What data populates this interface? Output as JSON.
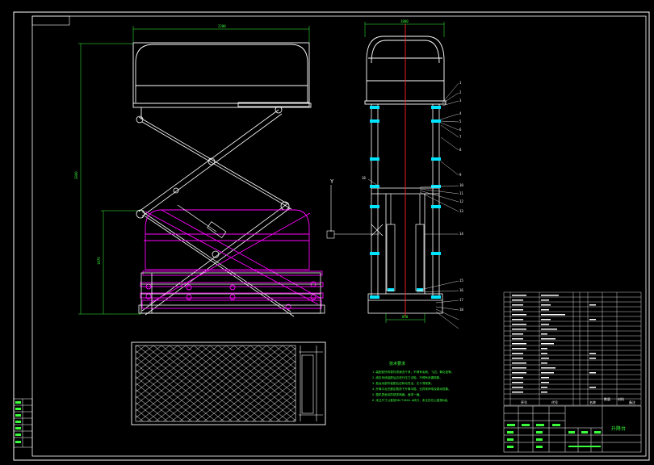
{
  "drawing": {
    "dims": {
      "top_width": "2200",
      "total_height": "3990",
      "lower_height": "1870",
      "side_width": "1800",
      "base_width": "850"
    },
    "section_marker": "Y",
    "callouts": [
      "1",
      "2",
      "3",
      "4",
      "5",
      "6",
      "7",
      "8",
      "9",
      "10",
      "11",
      "12",
      "13",
      "14",
      "15",
      "16",
      "17",
      "18"
    ],
    "left_callout": "18",
    "notes_title": "技术要求",
    "notes": [
      "1.装配前所有零件须清洗干净，不得有毛刺、飞边、氧化皮等。",
      "2.液压系统装配后应进行压力试验，不得有渗漏现象。",
      "3.各运动部件装配后应转动灵活，无卡滞现象。",
      "4.升降平台在额定载荷下升降平稳，无异常声响及振动现象。",
      "5.整机表面涂防锈漆两遍，面漆一遍。",
      "6.未注尺寸公差按GB/T1804-m执行，未注形位公差按K级。"
    ],
    "title_block": {
      "header": [
        "序号",
        "代号",
        "名称",
        "数量",
        "材料",
        "备注"
      ],
      "drawing_name": "升降台"
    }
  }
}
